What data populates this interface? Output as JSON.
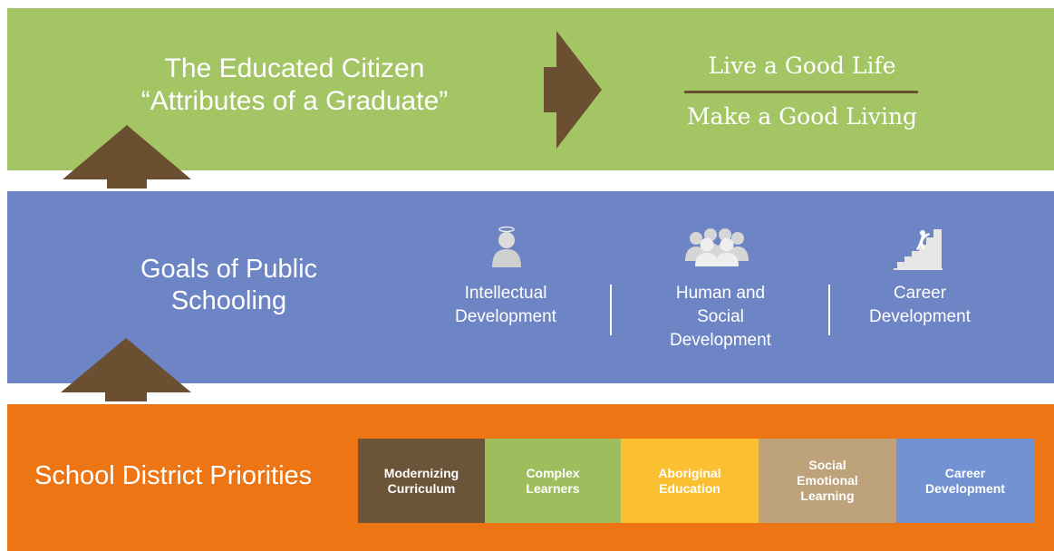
{
  "colors": {
    "top_band": "#a4c564",
    "middle_band": "#6d85c5",
    "bottom_band": "#ee7513",
    "arrow": "#6b4f31",
    "priority_modernizing": "#6b5437",
    "priority_complex": "#9ebe5d",
    "priority_aboriginal": "#fac032",
    "priority_social": "#bea27c",
    "priority_career": "#7392d1"
  },
  "top": {
    "title_line1": "The Educated Citizen",
    "title_line2": "“Attributes of a Graduate”",
    "outcome_upper": "Live a Good Life",
    "outcome_lower": "Make a Good Living"
  },
  "middle": {
    "title_line1": "Goals of Public",
    "title_line2": "Schooling",
    "goals": [
      {
        "icon": "student-icon",
        "lines": [
          "Intellectual",
          "Development"
        ]
      },
      {
        "icon": "people-group-icon",
        "lines": [
          "Human and",
          "Social",
          "Development"
        ]
      },
      {
        "icon": "climbing-stairs-icon",
        "lines": [
          "Career",
          "Development"
        ]
      }
    ]
  },
  "bottom": {
    "title": "School District Priorities",
    "priorities": [
      {
        "lines": [
          "Modernizing",
          "Curriculum"
        ]
      },
      {
        "lines": [
          "Complex",
          "Learners"
        ]
      },
      {
        "lines": [
          "Aboriginal",
          "Education"
        ]
      },
      {
        "lines": [
          "Social",
          "Emotional",
          "Learning"
        ]
      },
      {
        "lines": [
          "Career",
          "Development"
        ]
      }
    ]
  }
}
